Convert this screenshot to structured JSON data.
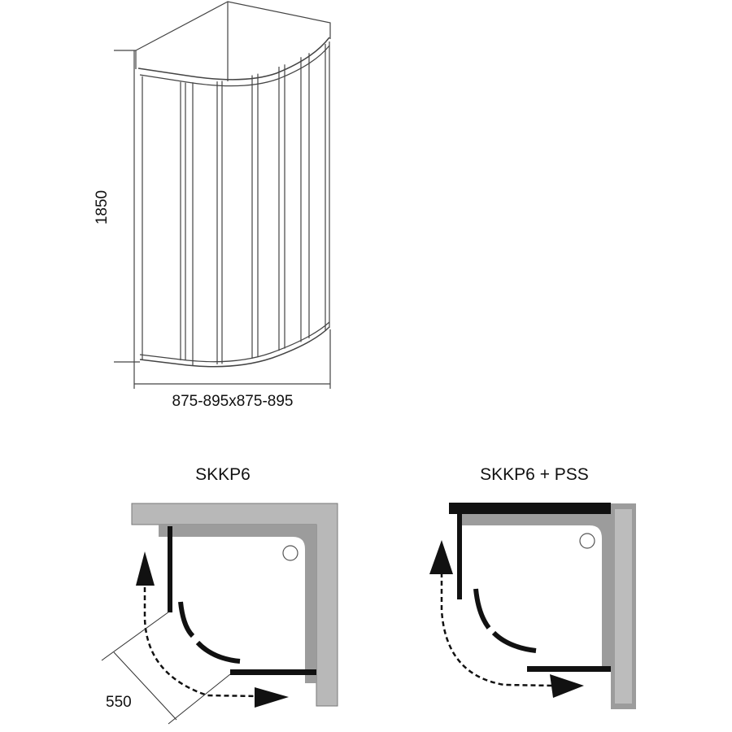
{
  "elevation": {
    "height_label": "1850",
    "width_label": "875-895x875-895"
  },
  "plans": [
    {
      "title": "SKKP6",
      "door_width_label": "550"
    },
    {
      "title": "SKKP6 + PSS"
    }
  ],
  "colors": {
    "wall": "#b8b8b8",
    "wall_inner": "#9c9c9c",
    "panel": "#111111",
    "line": "#333333"
  }
}
